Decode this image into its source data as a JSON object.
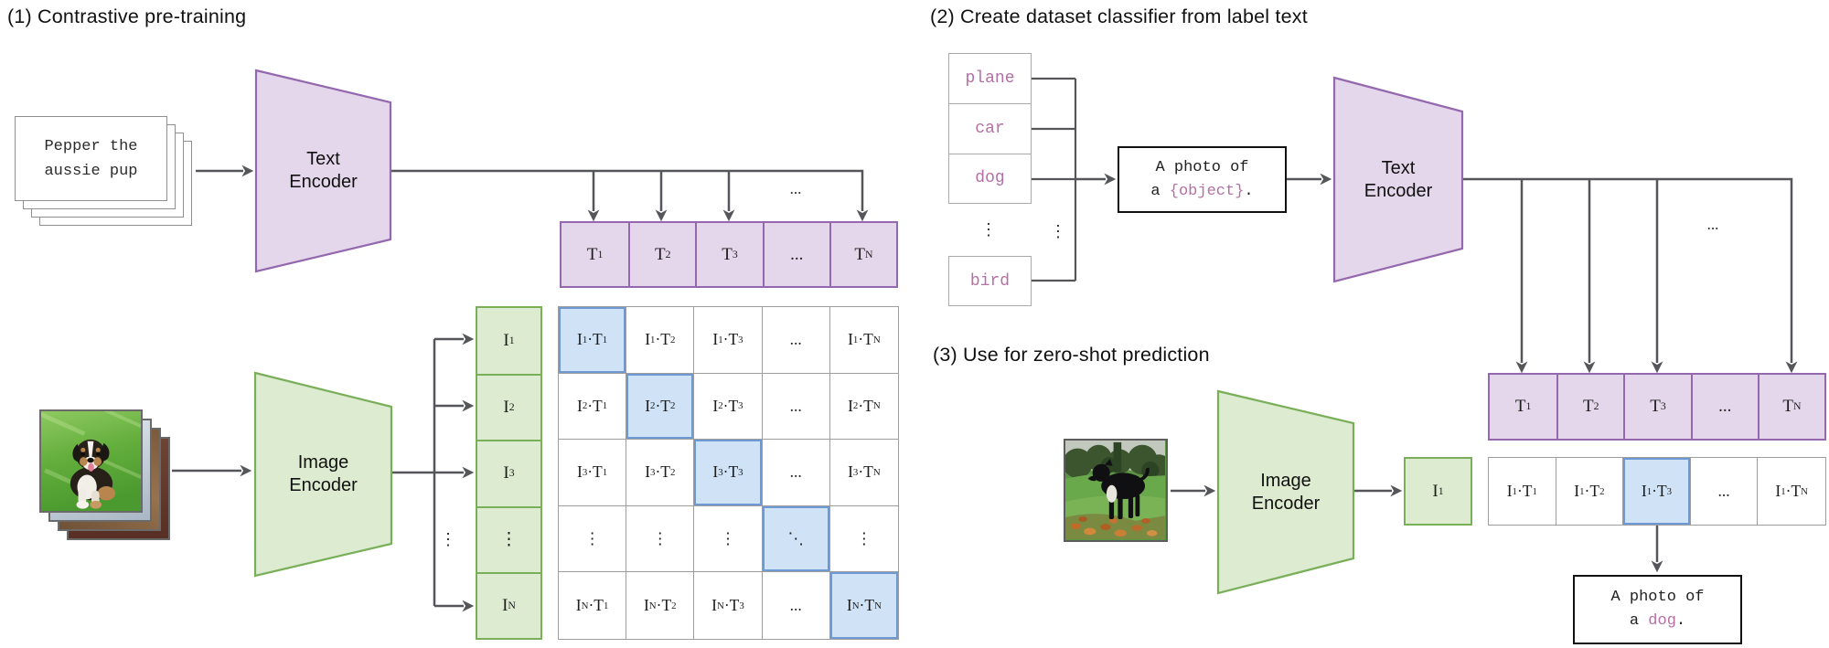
{
  "colors": {
    "purple_fill": "#e5d7eb",
    "purple_border": "#9468ae",
    "green_fill": "#ddebd0",
    "green_border": "#79af59",
    "blue_fill": "#cfe2f6",
    "blue_border": "#6d9ad4",
    "matrix_border": "#9d9d9d",
    "label_border": "#a9a9a9",
    "card_border": "#8f8f8f",
    "box_border": "#111111",
    "arrow": "#55565a",
    "pink": "#b56fa5",
    "ink": "#1d1d1f"
  },
  "section1": {
    "title": "(1) Contrastive pre-training",
    "caption_line1": "Pepper the",
    "caption_line2": "aussie pup",
    "text_encoder": {
      "line1": "Text",
      "line2": "Encoder"
    },
    "image_encoder": {
      "line1": "Image",
      "line2": "Encoder"
    },
    "fanout_ellipsis": "...",
    "branch_ellipsis": "⋮",
    "t_row": [
      "T1",
      "T2",
      "T3",
      "...",
      "TN"
    ],
    "i_col": [
      "I1",
      "I2",
      "I3",
      "⋮",
      "IN"
    ],
    "matrix": [
      [
        "I1·T1",
        "I1·T2",
        "I1·T3",
        "...",
        "I1·TN"
      ],
      [
        "I2·T1",
        "I2·T2",
        "I2·T3",
        "...",
        "I2·TN"
      ],
      [
        "I3·T1",
        "I3·T2",
        "I3·T3",
        "...",
        "I3·TN"
      ],
      [
        "⋮",
        "⋮",
        "⋮",
        "⋱",
        "⋮"
      ],
      [
        "IN·T1",
        "IN·T2",
        "IN·T3",
        "...",
        "IN·TN"
      ]
    ]
  },
  "section2": {
    "title": "(2) Create dataset classifier from label text",
    "labels": [
      "plane",
      "car",
      "dog"
    ],
    "labels_gap_ellipsis": "⋮",
    "bracket_gap_ellipsis": "⋮",
    "last_label": "bird",
    "prompt_line1": "A photo of",
    "prompt_line2_prefix": "a ",
    "prompt_object": "{object}",
    "prompt_line2_suffix": ".",
    "text_encoder": {
      "line1": "Text",
      "line2": "Encoder"
    },
    "fanout_ellipsis": "...",
    "t_row": [
      "T1",
      "T2",
      "T3",
      "...",
      "TN"
    ]
  },
  "section3": {
    "title": "(3) Use for zero-shot prediction",
    "image_encoder": {
      "line1": "Image",
      "line2": "Encoder"
    },
    "i_cell": "I1",
    "product_row": [
      "I1·T1",
      "I1·T2",
      "I1·T3",
      "...",
      "I1·TN"
    ],
    "result_line1": "A photo of",
    "result_line2_prefix": "a ",
    "result_object": "dog",
    "result_line2_suffix": "."
  }
}
